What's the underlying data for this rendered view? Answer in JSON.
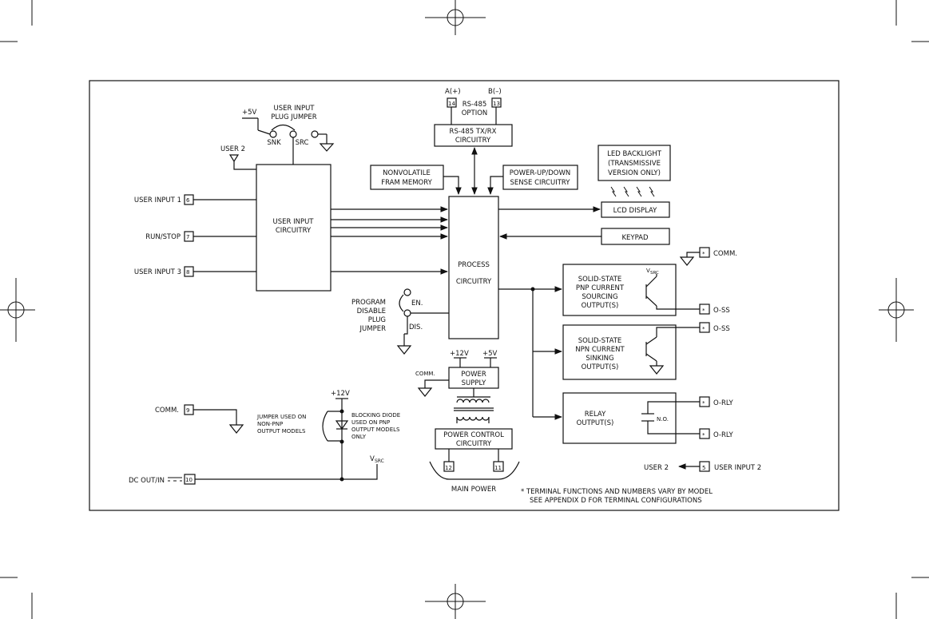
{
  "blocks": {
    "user_input_circuitry": [
      "USER INPUT",
      "CIRCUITRY"
    ],
    "process_circuitry": [
      "PROCESS",
      "CIRCUITRY"
    ],
    "rs485_circuitry": [
      "RS-485 TX/RX",
      "CIRCUITRY"
    ],
    "rs485_option": [
      "RS-485",
      "OPTION"
    ],
    "nonvolatile": [
      "NONVOLATILE",
      "FRAM MEMORY"
    ],
    "power_updown": [
      "POWER-UP/DOWN",
      "SENSE CIRCUITRY"
    ],
    "led_backlight": [
      "LED BACKLIGHT",
      "(TRANSMISSIVE",
      "VERSION ONLY)"
    ],
    "lcd_display": "LCD DISPLAY",
    "keypad": "KEYPAD",
    "pnp": [
      "SOLID-STATE",
      "PNP CURRENT",
      "SOURCING",
      "OUTPUT(S)"
    ],
    "npn": [
      "SOLID-STATE",
      "NPN CURRENT",
      "SINKING",
      "OUTPUT(S)"
    ],
    "relay": [
      "RELAY",
      "OUTPUT(S)"
    ],
    "relay_contact": "N.O.",
    "power_supply": [
      "POWER",
      "SUPPLY"
    ],
    "power_control": [
      "POWER CONTROL",
      "CIRCUITRY"
    ]
  },
  "labels": {
    "a_plus": "A(+)",
    "b_minus": "B(–)",
    "plus5v_top": "+5V",
    "user_input_plug_jumper": [
      "USER INPUT",
      "PLUG JUMPER"
    ],
    "snk": "SNK",
    "src": "SRC",
    "user2_top": "USER 2",
    "user_input_1": "USER INPUT 1",
    "run_stop": "RUN/STOP",
    "user_input_3": "USER INPUT 3",
    "program_disable": [
      "PROGRAM",
      "DISABLE",
      "PLUG",
      "JUMPER"
    ],
    "en": "EN.",
    "dis": "DIS.",
    "plus12v": "+12V",
    "plus5v_ps": "+5V",
    "comm_ps": "COMM.",
    "comm_left": "COMM.",
    "plus12v_left": "+12V",
    "jumper_used_on": [
      "JUMPER USED ON",
      "NON-PNP",
      "OUTPUT MODELS"
    ],
    "blocking_diode": [
      "BLOCKING DIODE",
      "USED ON PNP",
      "OUTPUT MODELS",
      "ONLY"
    ],
    "vsrc_main": "V",
    "vsrc_sub": "SRC",
    "dc_out_in": "DC OUT/IN",
    "main_power": "MAIN POWER",
    "comm_right": "COMM.",
    "o_ss_1": "O-SS",
    "o_ss_2": "O-SS",
    "o_rly_1": "O-RLY",
    "o_rly_2": "O-RLY",
    "user2_arrow": "USER 2",
    "user_input_2": "USER INPUT 2",
    "note_line1": "* TERMINAL FUNCTIONS AND NUMBERS VARY BY MODEL",
    "note_line2": "SEE APPENDIX D FOR TERMINAL CONFIGURATIONS",
    "terminal_star": "*"
  },
  "terminals": {
    "t14": "14",
    "t13": "13",
    "t6": "6",
    "t7": "7",
    "t8": "8",
    "t9": "9",
    "t10": "10",
    "t12": "12",
    "t11": "11",
    "t5": "5"
  }
}
